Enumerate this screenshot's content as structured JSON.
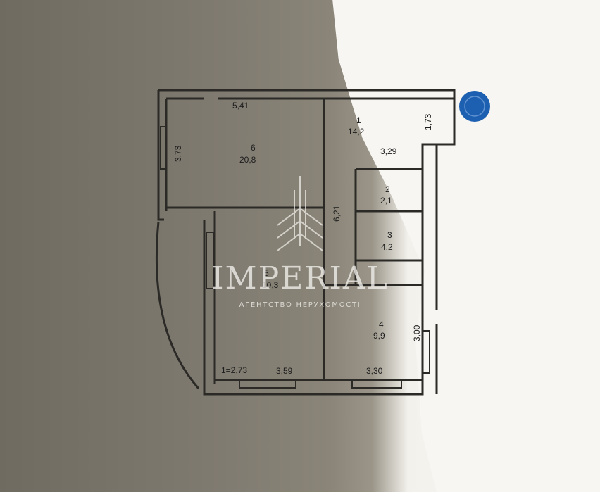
{
  "plan": {
    "dimensions": {
      "top_left_width": "5,41",
      "left_height": "3,73",
      "right_top_height": "1,73",
      "hall_width": "3,29",
      "corridor_length": "6,21",
      "right_lower_height": "3,00",
      "bottom_left_width": "3,59",
      "bottom_right_width": "3,30",
      "balcony": "1=2,73"
    },
    "rooms": [
      {
        "number": "1",
        "area": "14,2"
      },
      {
        "number": "2",
        "area": "2,1"
      },
      {
        "number": "3",
        "area": "4,2"
      },
      {
        "number": "4",
        "area": "9,9"
      },
      {
        "number": "5",
        "area": "10,3"
      },
      {
        "number": "6",
        "area": "20,8"
      }
    ]
  },
  "watermark": {
    "brand": "IMPERIAL",
    "tagline": "АГЕНТСТВО НЕРУХОМОСТІ"
  },
  "stamp_color": "#1d5fb0",
  "wall_color": "#2b2a27"
}
